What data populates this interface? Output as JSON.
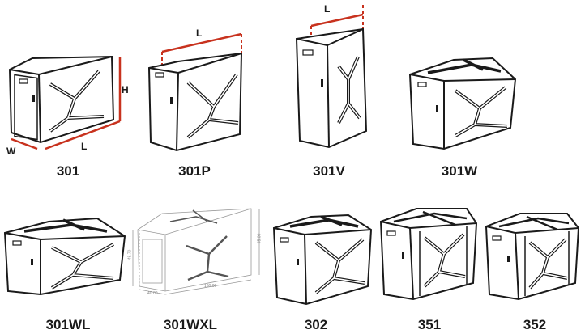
{
  "products": [
    {
      "id": "301",
      "label": "301"
    },
    {
      "id": "301P",
      "label": "301P"
    },
    {
      "id": "301V",
      "label": "301V"
    },
    {
      "id": "301W",
      "label": "301W"
    },
    {
      "id": "301WL",
      "label": "301WL"
    },
    {
      "id": "301WXL",
      "label": "301WXL"
    },
    {
      "id": "302",
      "label": "302"
    },
    {
      "id": "351",
      "label": "351"
    },
    {
      "id": "352",
      "label": "352"
    }
  ],
  "dimensions": {
    "length": "L",
    "height": "H",
    "width": "W",
    "wxl_length": "130.00",
    "wxl_width": "40.00",
    "wxl_height_left": "48.70",
    "wxl_height_right": "45.00"
  },
  "colors": {
    "accent": "#c8321e",
    "line": "#1a1a1a",
    "wireframe": "#9a9a9a"
  }
}
